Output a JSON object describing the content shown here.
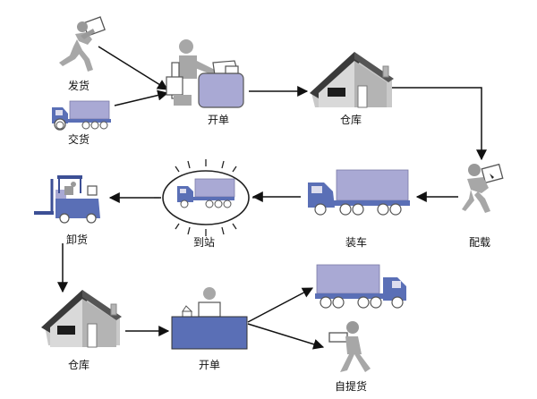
{
  "colors": {
    "lavender": "#a9a9d4",
    "blue": "#5a6fb6",
    "darkblue": "#3c4f95",
    "gray": "#a7a7a7",
    "darkgray": "#5a5a5a",
    "roof": "#3a3a3a",
    "line": "#111111"
  },
  "labels": {
    "ship": "发货",
    "deliver": "交货",
    "order1": "开单",
    "warehouse1": "仓库",
    "distribute": "配载",
    "load": "装车",
    "arrive": "到站",
    "unload": "卸货",
    "warehouse2": "仓库",
    "order2": "开单",
    "pickup": "自提货"
  }
}
